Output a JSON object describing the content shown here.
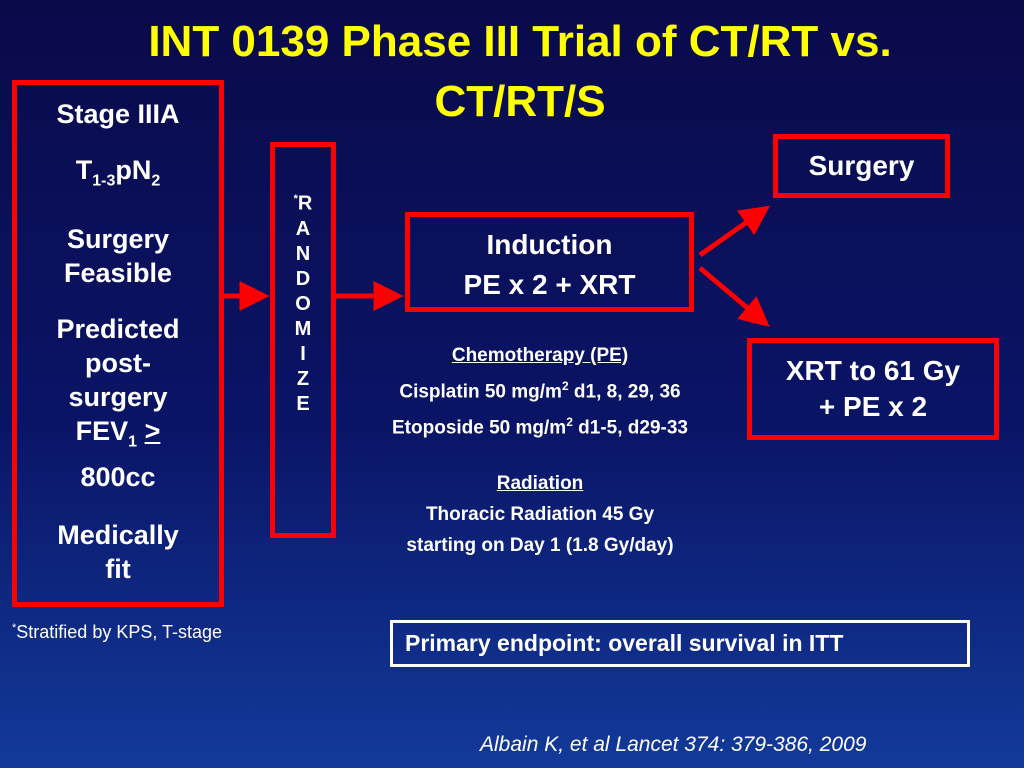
{
  "title": "INT 0139 Phase III Trial of CT/RT vs. CT/RT/S",
  "eligibility": {
    "stage": "Stage IIIA",
    "tnm": {
      "t": "T",
      "t_sub": "1-3",
      "pn": "pN",
      "n_sub": "2"
    },
    "surgery": [
      "Surgery",
      "Feasible"
    ],
    "fev": {
      "lines": [
        "Predicted",
        "post-",
        "surgery"
      ],
      "label": "FEV",
      "sub": "1",
      "op": ">",
      "value": "800cc"
    },
    "medical": [
      "Medically",
      "fit"
    ]
  },
  "randomize": {
    "asterisk": "*",
    "letters": [
      "R",
      "A",
      "N",
      "D",
      "O",
      "M",
      "I",
      "Z",
      "E"
    ]
  },
  "induction": {
    "line1": "Induction",
    "line2": "PE x 2 + XRT"
  },
  "surgery_arm": "Surgery",
  "xrt_arm": {
    "line1": "XRT to 61 Gy",
    "line2": "+ PE x 2"
  },
  "chemo": {
    "heading": "Chemotherapy (PE)",
    "cisplatin": {
      "pre": "Cisplatin 50 mg/m",
      "sup": "2",
      "post": " d1, 8, 29, 36"
    },
    "etoposide": {
      "pre": "Etoposide 50 mg/m",
      "sup": "2",
      "post": " d1-5, d29-33"
    }
  },
  "radiation": {
    "heading": "Radiation",
    "line1": "Thoracic Radiation 45 Gy",
    "line2": "starting on Day 1 (1.8 Gy/day)"
  },
  "footnote": {
    "asterisk": "*",
    "text": "Stratified by KPS, T-stage"
  },
  "endpoint": "Primary endpoint: overall survival in ITT",
  "citation": "Albain K, et al Lancet 374: 379-386, 2009",
  "colors": {
    "title": "#ffff00",
    "box_border": "#ff0000",
    "background": "#0a1466",
    "text": "#ffffff"
  }
}
